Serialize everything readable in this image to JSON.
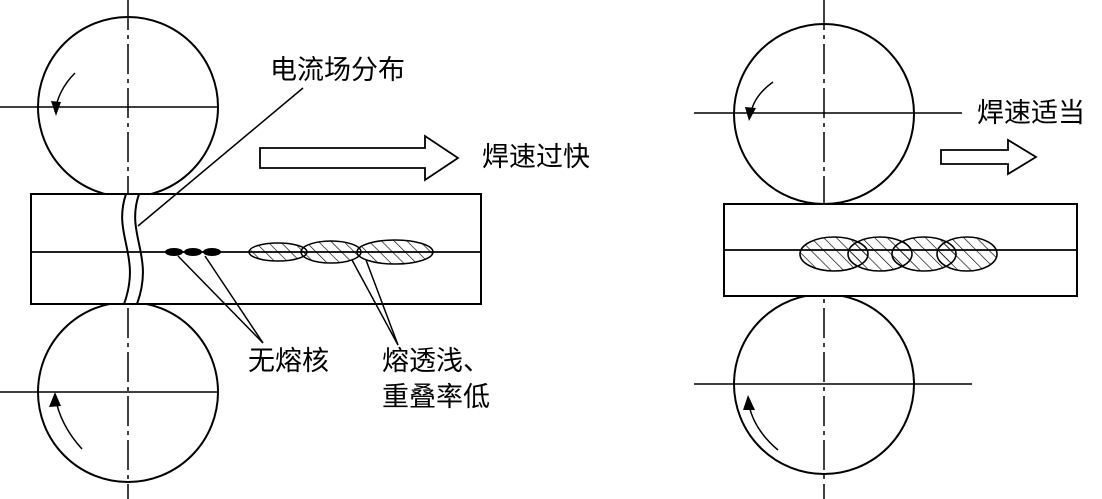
{
  "left_panel": {
    "label_current": "电流场分布",
    "label_speed": "焊速过快",
    "label_no_nugget": "无熔核",
    "label_shallow_line1": "熔透浅、",
    "label_shallow_line2": "重叠率低"
  },
  "right_panel": {
    "label_speed": "焊速适当"
  },
  "colors": {
    "stroke": "#000000",
    "background": "#ffffff"
  }
}
